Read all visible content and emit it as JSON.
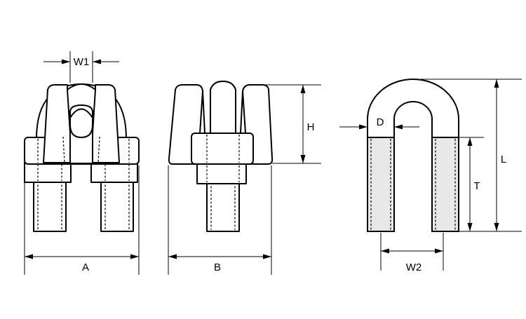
{
  "diagram": {
    "line_color": "#000000",
    "background": "#ffffff",
    "dimensions": {
      "w1": "W1",
      "a": "A",
      "b": "B",
      "h": "H",
      "d": "D",
      "t": "T",
      "l": "L",
      "w2": "W2"
    }
  }
}
